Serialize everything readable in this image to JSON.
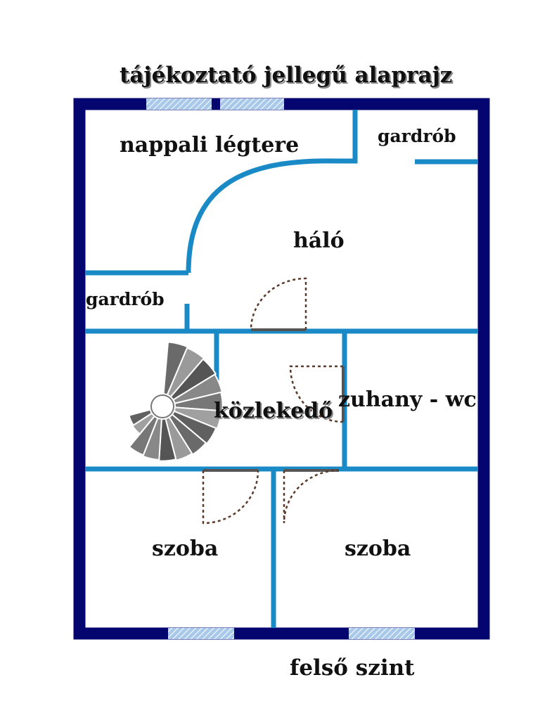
{
  "title": "tájékoztató jellegű alaprajz",
  "footer": "felső szint",
  "rooms": {
    "nappali": "nappali légtere",
    "gardrob_top": "gardrób",
    "halo": "háló",
    "gardrob_left": "gardrób",
    "kozlekedo": "közlekedő",
    "zuhany": "zuhany - wc",
    "szoba_left": "szoba",
    "szoba_right": "szoba"
  },
  "colors": {
    "outer_wall": "#050570",
    "inner_wall": "#1a8ac6",
    "window": "#8fb8e0",
    "door_frame": "#555555",
    "door_swing": "#5a3a2a",
    "stair": "#777777"
  }
}
